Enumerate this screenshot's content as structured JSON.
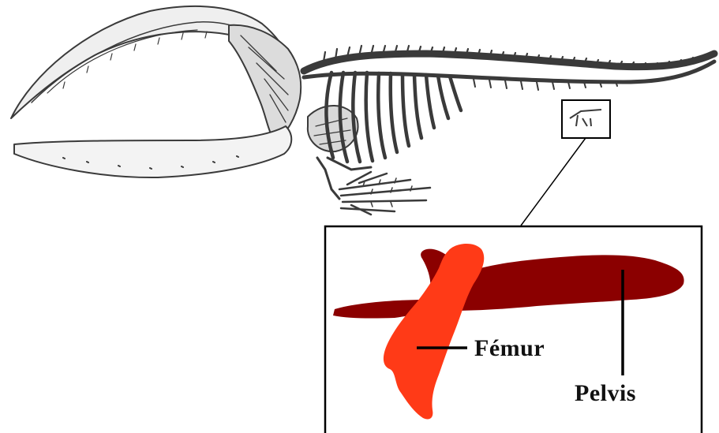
{
  "figure": {
    "subject": "whale-skeleton-vestigial-hind-limb",
    "labels": {
      "femur": "Fémur",
      "pelvis": "Pelvis"
    },
    "colors": {
      "femur": "#ff3a17",
      "pelvis": "#8b0000",
      "bone_fill": "#efefef",
      "bone_line": "#3a3a3a",
      "frame": "#000000"
    }
  }
}
